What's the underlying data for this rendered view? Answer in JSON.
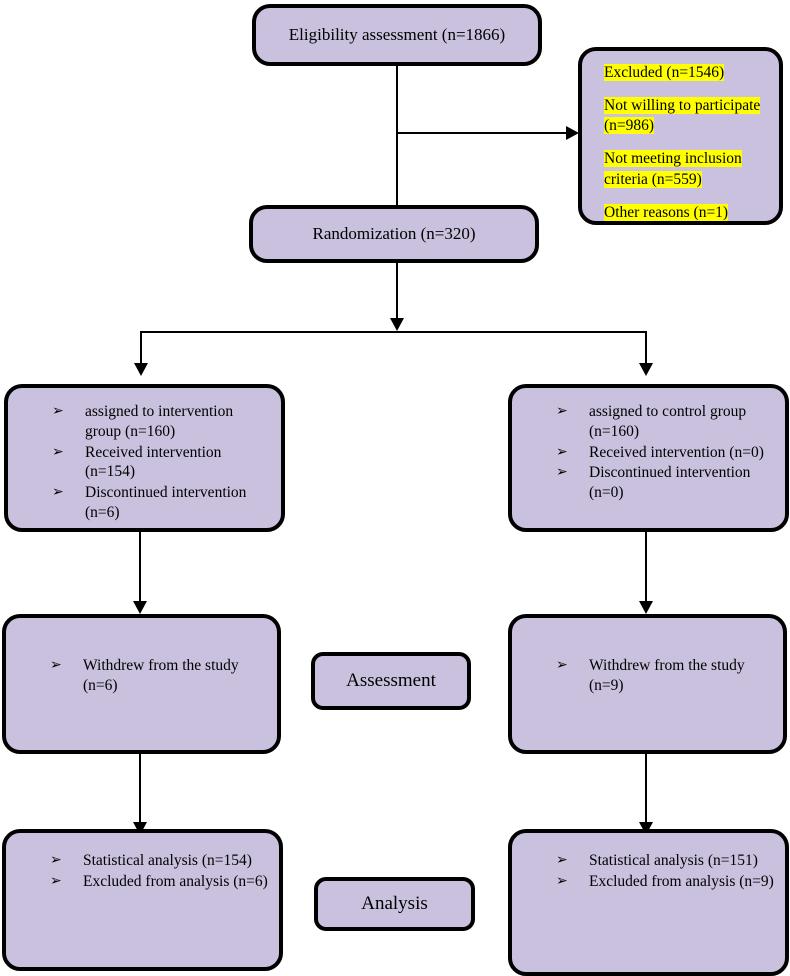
{
  "diagram": {
    "type": "consort-flow-diagram",
    "fill_color": "#c9c1de",
    "border_color": "#000000",
    "highlight_color": "#ffff00"
  },
  "eligibility": {
    "label": "Eligibility assessment (n=1866)"
  },
  "excluded": {
    "lines": [
      "Excluded (n=1546)",
      "Not willing to participate (n=986)",
      "Not meeting inclusion criteria (n=559)",
      " Other reasons (n=1)"
    ]
  },
  "randomization": {
    "label": "Randomization (n=320)"
  },
  "allocation": {
    "intervention": {
      "bullet": "➢",
      "items": [
        "assigned to intervention group (n=160)",
        " Received intervention (n=154)",
        "Discontinued intervention (n=6)"
      ]
    },
    "control": {
      "bullet": "➢",
      "items": [
        "assigned to control group (n=160)",
        " Received intervention (n=0)",
        "Discontinued intervention (n=0)"
      ]
    }
  },
  "followup": {
    "stage_label": "Assessment",
    "intervention": {
      "bullet": "➢",
      "items": [
        "Withdrew from the study (n=6)"
      ]
    },
    "control": {
      "bullet": "➢",
      "items": [
        "Withdrew from the study (n=9)"
      ]
    }
  },
  "analysis": {
    "stage_label": "Analysis",
    "intervention": {
      "bullet": "➢",
      "items": [
        "Statistical analysis (n=154)",
        "Excluded from analysis (n=6)"
      ]
    },
    "control": {
      "bullet": "➢",
      "items": [
        "Statistical analysis (n=151)",
        "Excluded from analysis (n=9)"
      ]
    }
  }
}
